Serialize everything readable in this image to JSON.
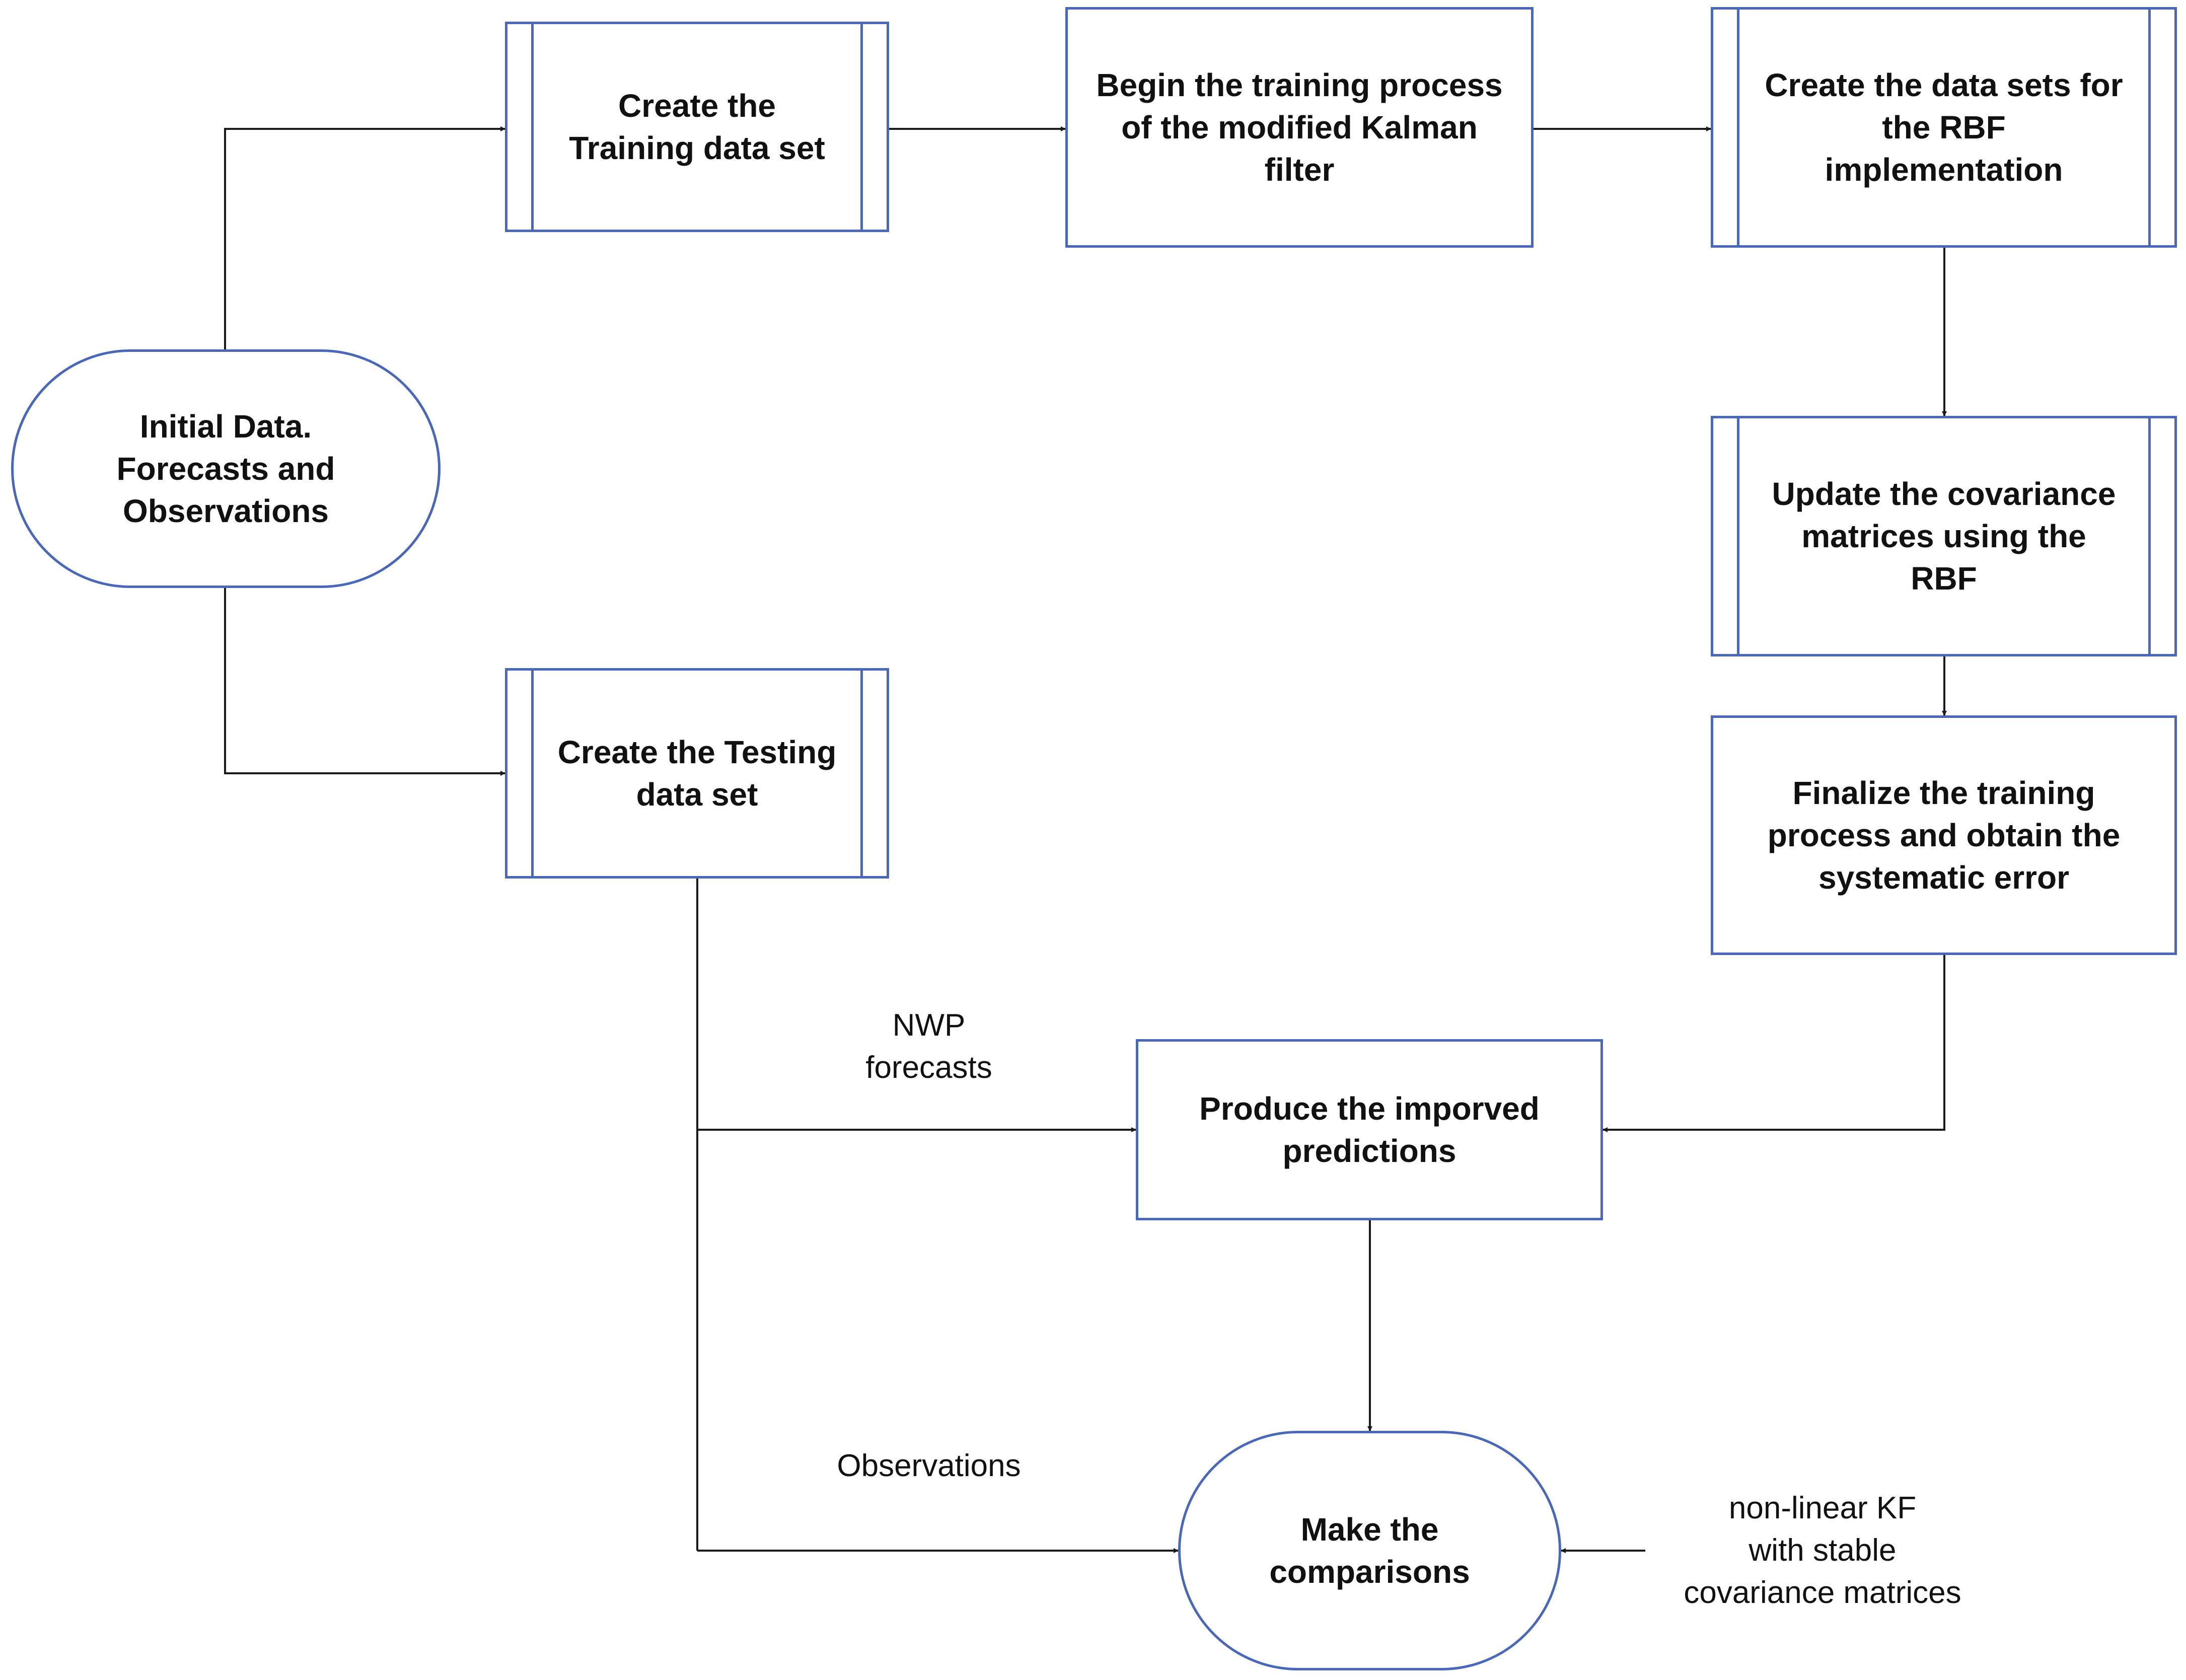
{
  "colors": {
    "box_border": "#4a68b9",
    "connector": "#1a1a1a",
    "text": "#111111"
  },
  "nodes": {
    "initial_data": "Initial Data.\nForecasts and\nObservations",
    "create_training": "Create the\nTraining data set",
    "begin_training": "Begin the training process\nof the modified Kalman\nfilter",
    "create_rbf_sets": "Create the data sets for\nthe RBF\nimplementation",
    "update_covariance": "Update the covariance\nmatrices using the\nRBF",
    "finalize_training": "Finalize the training\nprocess and obtain the\nsystematic error",
    "create_testing": "Create the Testing\ndata set",
    "produce_predictions": "Produce the imporved\npredictions",
    "make_comparisons": "Make the\ncomparisons"
  },
  "labels": {
    "nwp_forecasts": "NWP\nforecasts",
    "observations": "Observations",
    "nonlinear_kf": "non-linear KF\nwith stable\ncovariance matrices"
  }
}
